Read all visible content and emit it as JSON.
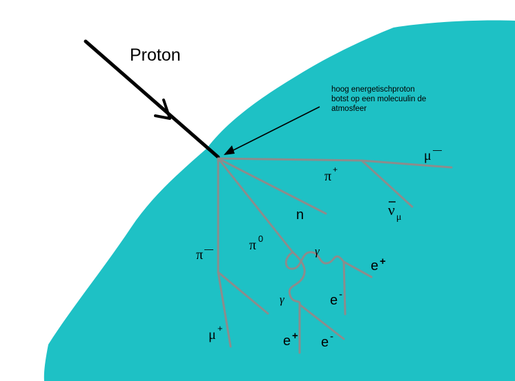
{
  "colors": {
    "atmosphere": "#1ec1c5",
    "track": "#8c8c8c",
    "proton": "#000000",
    "background": "#ffffff"
  },
  "labels": {
    "proton": "Proton",
    "note_line1": "hoog energetischproton",
    "note_line2": "botst op een molecuulin de",
    "note_line3": "atmosfeer",
    "mu_minus": "μ",
    "mu_minus_sup": "—",
    "pi_plus": "π",
    "pi_plus_sup": "+",
    "nu_mu": "ν",
    "nu_mu_sub": "μ",
    "neutron": "n",
    "pi_zero": "π",
    "pi_zero_sup": "0",
    "pi_minus": "π",
    "pi_minus_sup": "—",
    "gamma_1": "γ",
    "gamma_2": "γ",
    "e_plus_1": "e",
    "e_plus_1_sup": "+",
    "e_minus_1": "e",
    "e_minus_1_sup": "-",
    "mu_plus": "μ",
    "mu_plus_sup": "+",
    "e_plus_2": "e",
    "e_plus_2_sup": "+",
    "e_minus_2": "e",
    "e_minus_2_sup": "-"
  }
}
